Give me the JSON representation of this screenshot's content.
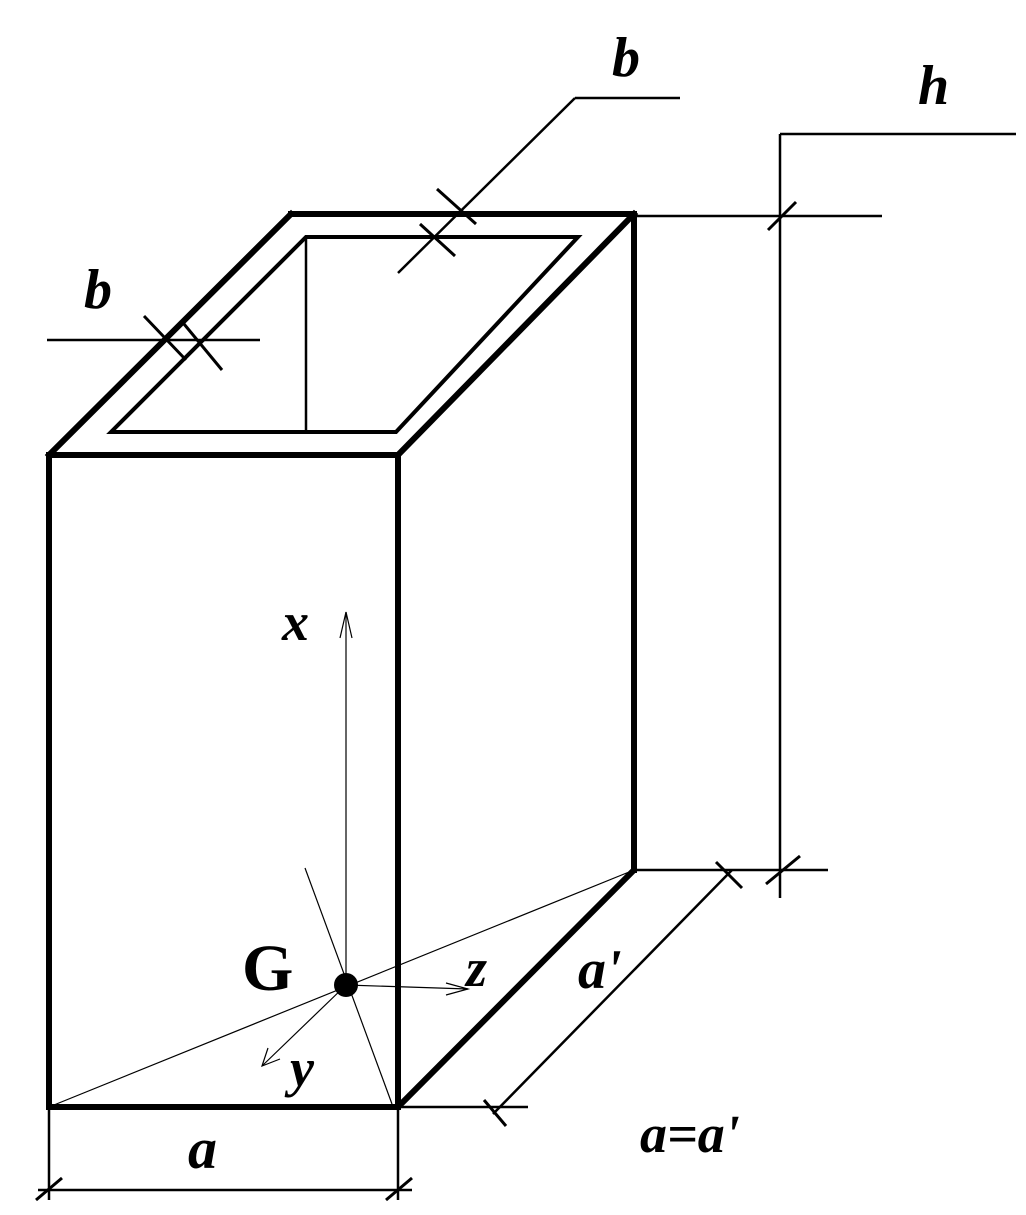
{
  "labels": {
    "b_top": "b",
    "b_left": "b",
    "h": "h",
    "x": "x",
    "z": "z",
    "y": "y",
    "G": "G",
    "a_prime": "a'",
    "a": "a",
    "equality": "a=a'"
  },
  "colors": {
    "line": "#000000",
    "background": "#ffffff"
  }
}
